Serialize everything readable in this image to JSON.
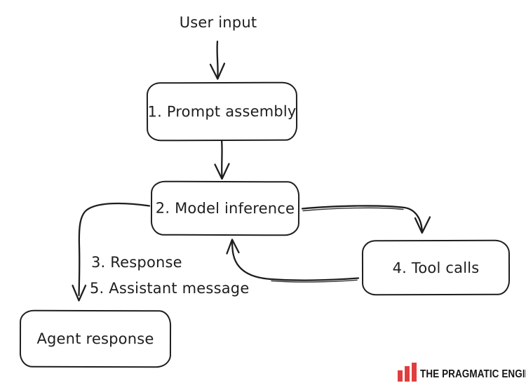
{
  "diagram": {
    "nodes": {
      "user_input": {
        "label": "User input"
      },
      "prompt_assembly": {
        "label": "1. Prompt assembly"
      },
      "model_inference": {
        "label": "2. Model inference"
      },
      "tool_calls": {
        "label": "4. Tool calls"
      },
      "agent_response": {
        "label": "Agent response"
      }
    },
    "edge_labels": {
      "response": {
        "label": "3. Response"
      },
      "assistant_message": {
        "label": "5. Assistant message"
      }
    },
    "edges": [
      {
        "from": "user_input",
        "to": "prompt_assembly"
      },
      {
        "from": "prompt_assembly",
        "to": "model_inference"
      },
      {
        "from": "model_inference",
        "to": "tool_calls"
      },
      {
        "from": "tool_calls",
        "to": "model_inference"
      },
      {
        "from": "model_inference",
        "to": "agent_response",
        "labels": [
          "3. Response",
          "5. Assistant message"
        ]
      }
    ]
  },
  "branding": {
    "logo_text": "THE PRAGMATIC ENGINEER",
    "logo_icon": "bar-chart-icon",
    "bar_color": "#e03e3e",
    "text_color": "#171717"
  },
  "colors": {
    "stroke": "#1e1e1e",
    "background": "#ffffff"
  }
}
